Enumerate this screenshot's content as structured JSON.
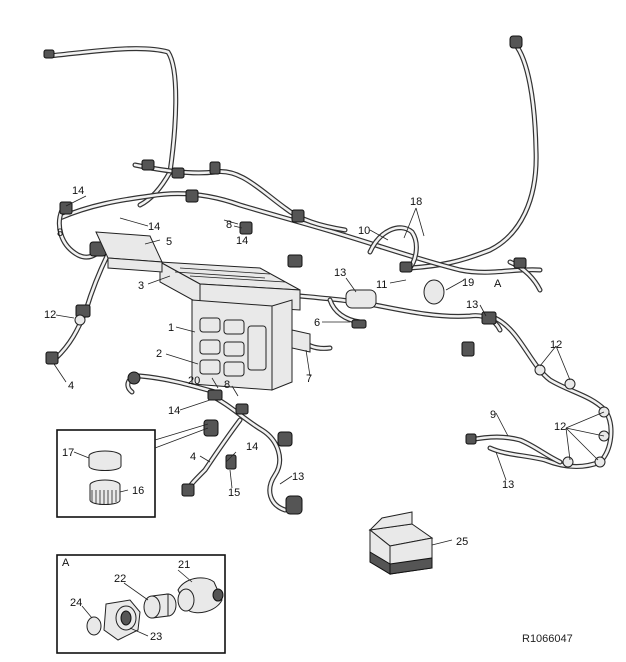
{
  "diagram": {
    "callouts": {
      "c1": "1",
      "c2": "2",
      "c3": "3",
      "c4a": "4",
      "c4b": "4",
      "c5": "5",
      "c6": "6",
      "c7": "7",
      "c8a": "8",
      "c8b": "8",
      "c8c": "8",
      "c9": "9",
      "c10": "10",
      "c11": "11",
      "c12a": "12",
      "c12b": "12",
      "c12c": "12",
      "c13a": "13",
      "c13b": "13",
      "c13c": "13",
      "c13d": "13",
      "c14a": "14",
      "c14b": "14",
      "c14c": "14",
      "c14d": "14",
      "c14e": "14",
      "c15": "15",
      "c16": "16",
      "c17": "17",
      "c18": "18",
      "c19": "19",
      "c20": "20",
      "c21": "21",
      "c22": "22",
      "c23": "23",
      "c24": "24",
      "c25": "25",
      "cA": "A"
    },
    "inset_a_label": "A",
    "reference_code": "R1066047"
  }
}
